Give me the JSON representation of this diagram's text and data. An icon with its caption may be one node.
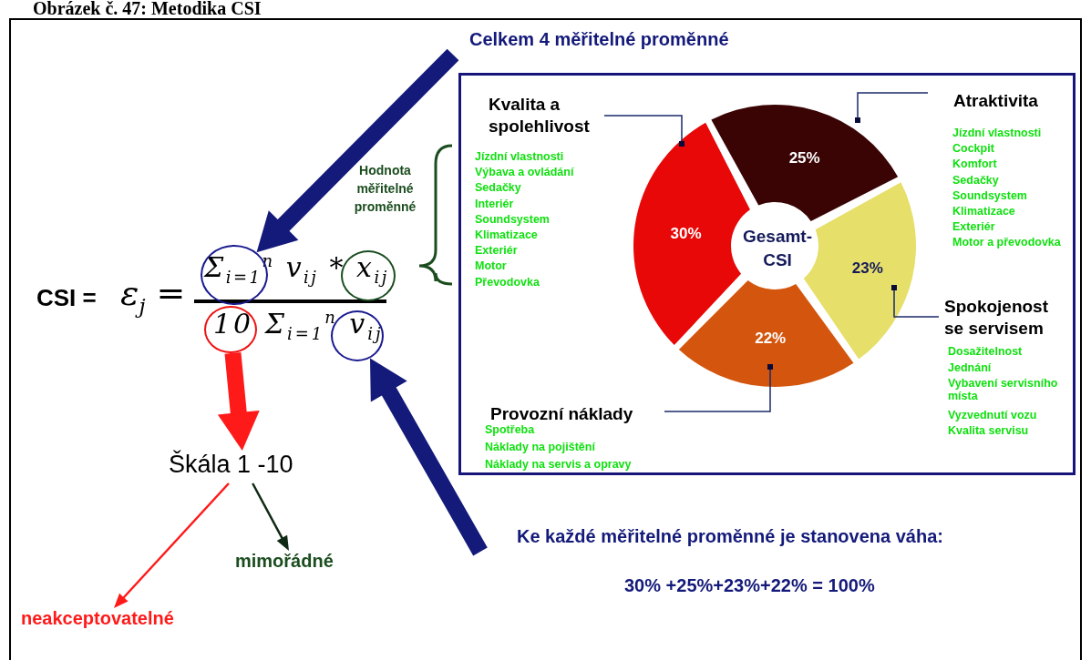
{
  "diagram": {
    "title": "Obrázek č. 47: Metodika CSI",
    "nodes": [
      {
        "text": [
          "Celkem 4 měřitelné proměnné"
        ]
      },
      {
        "text": [],
        "shape": "circle"
      },
      {
        "text": [],
        "shape": "circle"
      },
      {
        "text": [],
        "shape": "circle"
      },
      {
        "text": [],
        "shape": "circle"
      },
      {
        "text": [
          "Škála 1 -10"
        ]
      },
      {
        "text": [
          "mimořádné"
        ]
      },
      {
        "text": [
          "neakceptovatelné"
        ]
      },
      {
        "text": [
          "Ke každé měřitelné proměnné je stanovena váha:"
        ]
      }
    ],
    "edges": [
      {
        "from": 0,
        "to": 1,
        "arrow": "to",
        "style": "thick",
        "color": "#141a7a"
      },
      {
        "from": 3,
        "to": 5,
        "arrow": "to",
        "style": "thick",
        "color": "#ff1a1a"
      },
      {
        "from": 5,
        "to": 7,
        "arrow": "to",
        "color": "#ff1a1a"
      },
      {
        "from": 5,
        "to": 6,
        "arrow": "to",
        "color": "#0f2a14"
      },
      {
        "from": 8,
        "to": 4,
        "arrow": "to",
        "style": "thick",
        "color": "#141a7a"
      }
    ],
    "labels": [
      "Hodnota měřitelné proměnné",
      "Jízdní vlastnosti",
      "Výbava a ovládání",
      "Sedačky",
      "Interiér",
      "Soundsystem",
      "Klimatizace",
      "Exteriér",
      "Motor",
      "Převodovka",
      "Jízdní vlastnosti",
      "Cockpit",
      "Komfort",
      "Sedačky",
      "Soundsystem",
      "Klimatizace",
      "Exteriér",
      "Motor a převodovka",
      "CSI =",
      "ε$_{j}$ =",
      "Σ$_{i=1}$$^{n}$ v$_{ij}$ * x$_{ij}$",
      "10 Σ$_{i=1}$$^{n}$ v$_{ij}$",
      "Dosažitelnost",
      "Jednání",
      "Vybavení servisního místa",
      "Vyzvednutí vozu",
      "Kvalita servisu",
      "Spotřeba",
      "Náklady na pojištění",
      "Náklady na servis a opravy",
      "30% +25%+23%+22% = 100%"
    ],
    "chart_data": {
      "type": "donut",
      "title": "Gesamt-CSI",
      "categories": [
        "Kvalita a spolehlivost",
        "Atraktivita",
        "Spokojenost se servisem",
        "Provozní náklady"
      ],
      "values": [
        30,
        25,
        23,
        22
      ],
      "value_labels": [
        "30%",
        "25%",
        "23%",
        "22%"
      ]
    }
  }
}
